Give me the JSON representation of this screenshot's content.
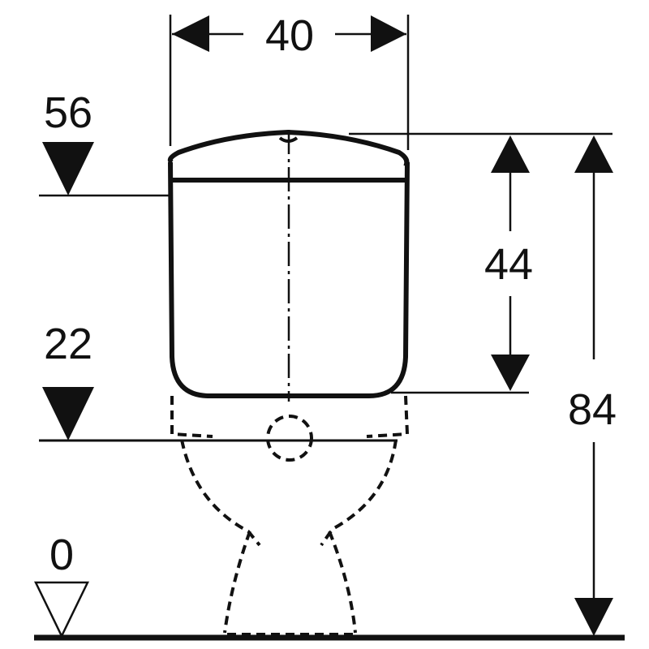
{
  "diagram": {
    "subject": "Close-coupled toilet with cistern, front elevation",
    "colors": {
      "line": "#111111",
      "background": "#ffffff"
    },
    "dimensions": {
      "width": {
        "label": "40",
        "description": "cistern width"
      },
      "cistern_height": {
        "label": "44",
        "description": "cistern height"
      },
      "total_height": {
        "label": "84",
        "description": "total height to top of cistern"
      }
    },
    "levels": [
      {
        "label": "56",
        "description": "top-of-cistern-body level marker",
        "marker": "filled-triangle"
      },
      {
        "label": "22",
        "description": "seat / connection level marker",
        "marker": "filled-triangle"
      },
      {
        "label": "0",
        "description": "floor level marker",
        "marker": "open-triangle"
      }
    ]
  }
}
